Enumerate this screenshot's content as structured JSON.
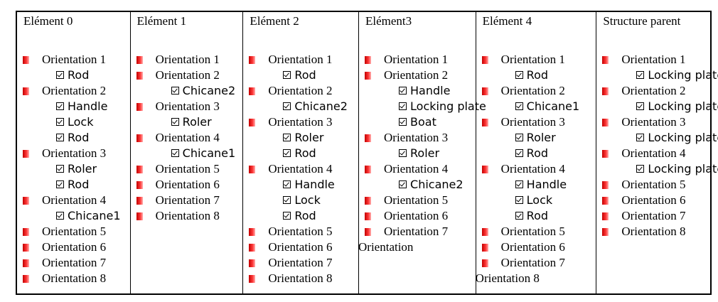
{
  "columns": [
    {
      "title": "Elément 0",
      "items": [
        {
          "type": "orientation",
          "label": "Orientation 1"
        },
        {
          "type": "check",
          "label": "Rod"
        },
        {
          "type": "orientation",
          "label": "Orientation 2"
        },
        {
          "type": "check",
          "label": "Handle"
        },
        {
          "type": "check",
          "label": "Lock"
        },
        {
          "type": "check",
          "label": "Rod"
        },
        {
          "type": "orientation",
          "label": "Orientation 3"
        },
        {
          "type": "check",
          "label": "Roler"
        },
        {
          "type": "check",
          "label": "Rod"
        },
        {
          "type": "orientation",
          "label": "Orientation 4"
        },
        {
          "type": "check",
          "label": "Chicane1"
        },
        {
          "type": "orientation",
          "label": "Orientation 5"
        },
        {
          "type": "orientation",
          "label": "Orientation 6"
        },
        {
          "type": "orientation",
          "label": "Orientation 7"
        },
        {
          "type": "orientation",
          "label": "Orientation 8"
        }
      ]
    },
    {
      "title": "Elément 1",
      "items": [
        {
          "type": "orientation",
          "label": "Orientation 1"
        },
        {
          "type": "orientation",
          "label": "Orientation 2"
        },
        {
          "type": "check",
          "label": "Chicane2"
        },
        {
          "type": "orientation",
          "label": "Orientation 3"
        },
        {
          "type": "check",
          "label": "Roler"
        },
        {
          "type": "orientation",
          "label": "Orientation 4"
        },
        {
          "type": "check",
          "label": "Chicane1"
        },
        {
          "type": "orientation",
          "label": "Orientation 5"
        },
        {
          "type": "orientation",
          "label": "Orientation 6"
        },
        {
          "type": "orientation",
          "label": "Orientation 7"
        },
        {
          "type": "orientation",
          "label": "Orientation 8"
        }
      ]
    },
    {
      "title": "Elément 2",
      "items": [
        {
          "type": "orientation",
          "label": "Orientation 1"
        },
        {
          "type": "check",
          "label": "Rod"
        },
        {
          "type": "orientation",
          "label": "Orientation 2"
        },
        {
          "type": "check",
          "label": "Chicane2"
        },
        {
          "type": "orientation",
          "label": "Orientation 3"
        },
        {
          "type": "check",
          "label": "Roler"
        },
        {
          "type": "check",
          "label": "Rod"
        },
        {
          "type": "orientation",
          "label": "Orientation 4"
        },
        {
          "type": "check",
          "label": "Handle"
        },
        {
          "type": "check",
          "label": "Lock"
        },
        {
          "type": "check",
          "label": "Rod"
        },
        {
          "type": "orientation",
          "label": "Orientation 5"
        },
        {
          "type": "orientation",
          "label": "Orientation 6"
        },
        {
          "type": "orientation",
          "label": "Orientation 7"
        },
        {
          "type": "orientation",
          "label": "Orientation 8"
        }
      ]
    },
    {
      "title": "Elément3",
      "items": [
        {
          "type": "orientation",
          "label": "Orientation 1"
        },
        {
          "type": "orientation",
          "label": "Orientation 2"
        },
        {
          "type": "check",
          "label": "Handle"
        },
        {
          "type": "check",
          "label": "Locking plate"
        },
        {
          "type": "check",
          "label": "Boat"
        },
        {
          "type": "orientation",
          "label": "Orientation 3"
        },
        {
          "type": "check",
          "label": "Roler"
        },
        {
          "type": "orientation",
          "label": "Orientation 4"
        },
        {
          "type": "check",
          "label": "Chicane2"
        },
        {
          "type": "orientation",
          "label": "Orientation 5"
        },
        {
          "type": "orientation",
          "label": "Orientation 6"
        },
        {
          "type": "orientation",
          "label": "Orientation 7"
        },
        {
          "type": "plain",
          "label": "Orientation"
        }
      ]
    },
    {
      "title": "Elément 4",
      "items": [
        {
          "type": "orientation",
          "label": "Orientation 1"
        },
        {
          "type": "check",
          "label": "Rod"
        },
        {
          "type": "orientation",
          "label": "Orientation 2"
        },
        {
          "type": "check",
          "label": "Chicane1"
        },
        {
          "type": "orientation",
          "label": "Orientation 3"
        },
        {
          "type": "check",
          "label": "Roler"
        },
        {
          "type": "check",
          "label": "Rod"
        },
        {
          "type": "orientation",
          "label": "Orientation 4"
        },
        {
          "type": "check",
          "label": "Handle"
        },
        {
          "type": "check",
          "label": "Lock"
        },
        {
          "type": "check",
          "label": "Rod"
        },
        {
          "type": "orientation",
          "label": "Orientation 5"
        },
        {
          "type": "orientation",
          "label": "Orientation 6"
        },
        {
          "type": "orientation",
          "label": "Orientation 7"
        },
        {
          "type": "plain",
          "label": "Orientation 8"
        }
      ]
    },
    {
      "title": "Structure parent",
      "items": [
        {
          "type": "orientation",
          "label": "Orientation 1"
        },
        {
          "type": "check",
          "label": "Locking plate"
        },
        {
          "type": "orientation",
          "label": "Orientation 2"
        },
        {
          "type": "check",
          "label": "Locking plate"
        },
        {
          "type": "orientation",
          "label": "Orientation 3"
        },
        {
          "type": "check",
          "label": "Locking plate"
        },
        {
          "type": "orientation",
          "label": "Orientation 4"
        },
        {
          "type": "check",
          "label": "Locking plate"
        },
        {
          "type": "orientation",
          "label": "Orientation 5"
        },
        {
          "type": "orientation",
          "label": "Orientation 6"
        },
        {
          "type": "orientation",
          "label": "Orientation 7"
        },
        {
          "type": "orientation",
          "label": "Orientation 8"
        }
      ]
    }
  ],
  "colors": {
    "bullet": "#e01010",
    "border": "#000000"
  },
  "icons": {
    "bullet": "red-square-bullet-icon",
    "check": "checkbox-checked-icon"
  }
}
